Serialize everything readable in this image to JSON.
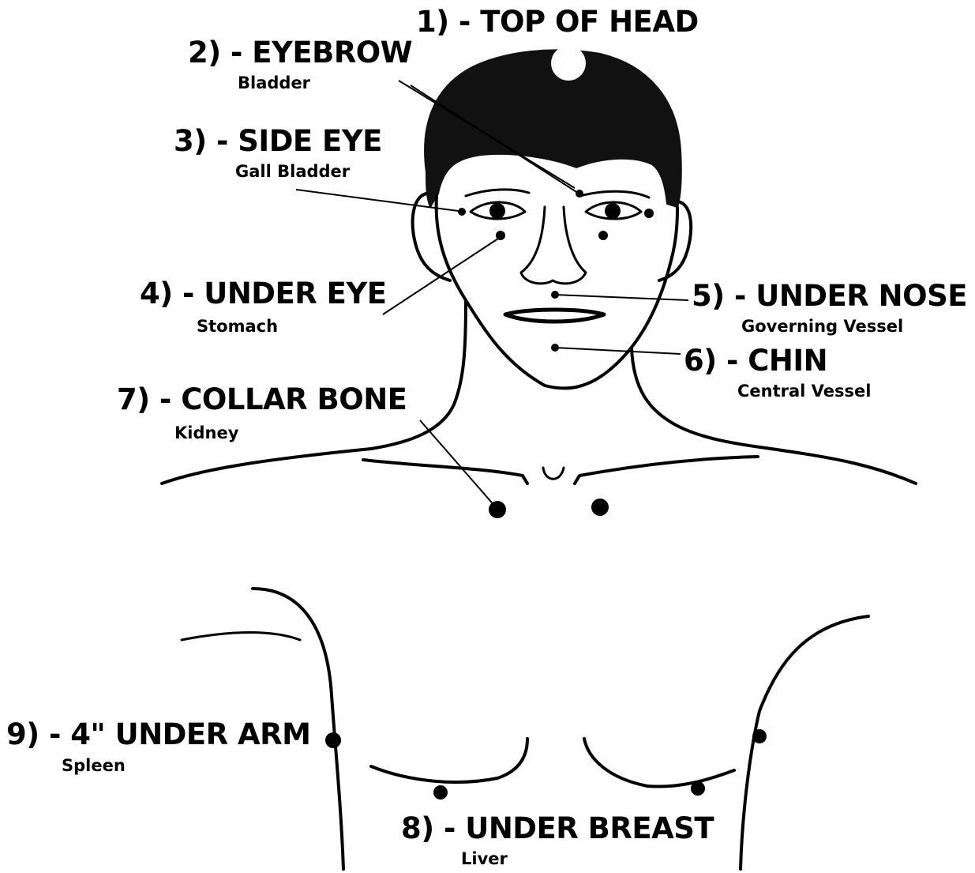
{
  "points": [
    {
      "id": "top-of-head",
      "title": "1) - TOP OF HEAD",
      "organ": ""
    },
    {
      "id": "eyebrow",
      "title": "2) - EYEBROW",
      "organ": "Bladder"
    },
    {
      "id": "side-eye",
      "title": "3) -  SIDE EYE",
      "organ": "Gall Bladder"
    },
    {
      "id": "under-eye",
      "title": "4) - UNDER EYE",
      "organ": "Stomach"
    },
    {
      "id": "under-nose",
      "title": "5) - UNDER NOSE",
      "organ": "Governing Vessel"
    },
    {
      "id": "chin",
      "title": "6) - CHIN",
      "organ": "Central Vessel"
    },
    {
      "id": "collar-bone",
      "title": "7) - COLLAR BONE",
      "organ": "Kidney"
    },
    {
      "id": "under-breast",
      "title": "8) - UNDER BREAST",
      "organ": "Liver"
    },
    {
      "id": "under-arm",
      "title": "9) - 4\" UNDER ARM",
      "organ": "Spleen"
    }
  ],
  "colors": {
    "ink": "#000000",
    "background": "#ffffff",
    "marker_top": "#ffffff"
  }
}
